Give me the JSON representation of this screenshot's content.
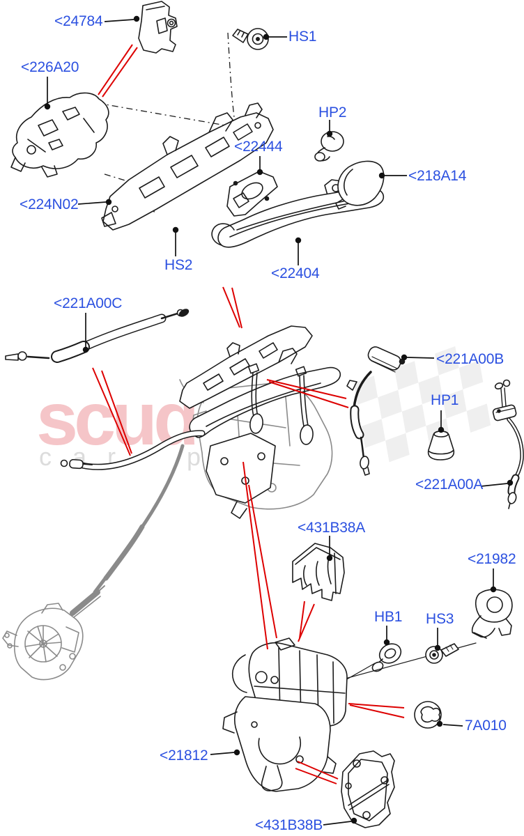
{
  "diagram_type": "exploded-parts-diagram",
  "watermark": {
    "main": "scuderia",
    "left_word": "car",
    "right_word": "parts"
  },
  "colors": {
    "label_blue": "#2b50e0",
    "line_black": "#1b1b1b",
    "red_locator": "#dd0000",
    "gray_part": "#8a8a8a",
    "watermark_pink": "#f5c5c8",
    "watermark_gray": "#dcdcdc",
    "checker_gray": "#e3e3e3"
  },
  "labels": [
    {
      "part": "24784",
      "text": "<24784"
    },
    {
      "part": "226A20",
      "text": "<226A20"
    },
    {
      "part": "224N02",
      "text": "<224N02"
    },
    {
      "part": "HS1",
      "text": "HS1"
    },
    {
      "part": "HP2",
      "text": "HP2"
    },
    {
      "part": "22444",
      "text": "<22444"
    },
    {
      "part": "218A14",
      "text": "<218A14"
    },
    {
      "part": "HS2",
      "text": "HS2"
    },
    {
      "part": "22404",
      "text": "<22404"
    },
    {
      "part": "221A00C",
      "text": "<221A00C"
    },
    {
      "part": "221A00B",
      "text": "<221A00B"
    },
    {
      "part": "HP1",
      "text": "HP1"
    },
    {
      "part": "221A00A",
      "text": "<221A00A"
    },
    {
      "part": "431B38A",
      "text": "<431B38A"
    },
    {
      "part": "21982",
      "text": "<21982"
    },
    {
      "part": "HB1",
      "text": "HB1"
    },
    {
      "part": "HS3",
      "text": "HS3"
    },
    {
      "part": "7A010",
      "text": "7A010"
    },
    {
      "part": "21812",
      "text": "<21812"
    },
    {
      "part": "431B38B",
      "text": "<431B38B"
    }
  ]
}
